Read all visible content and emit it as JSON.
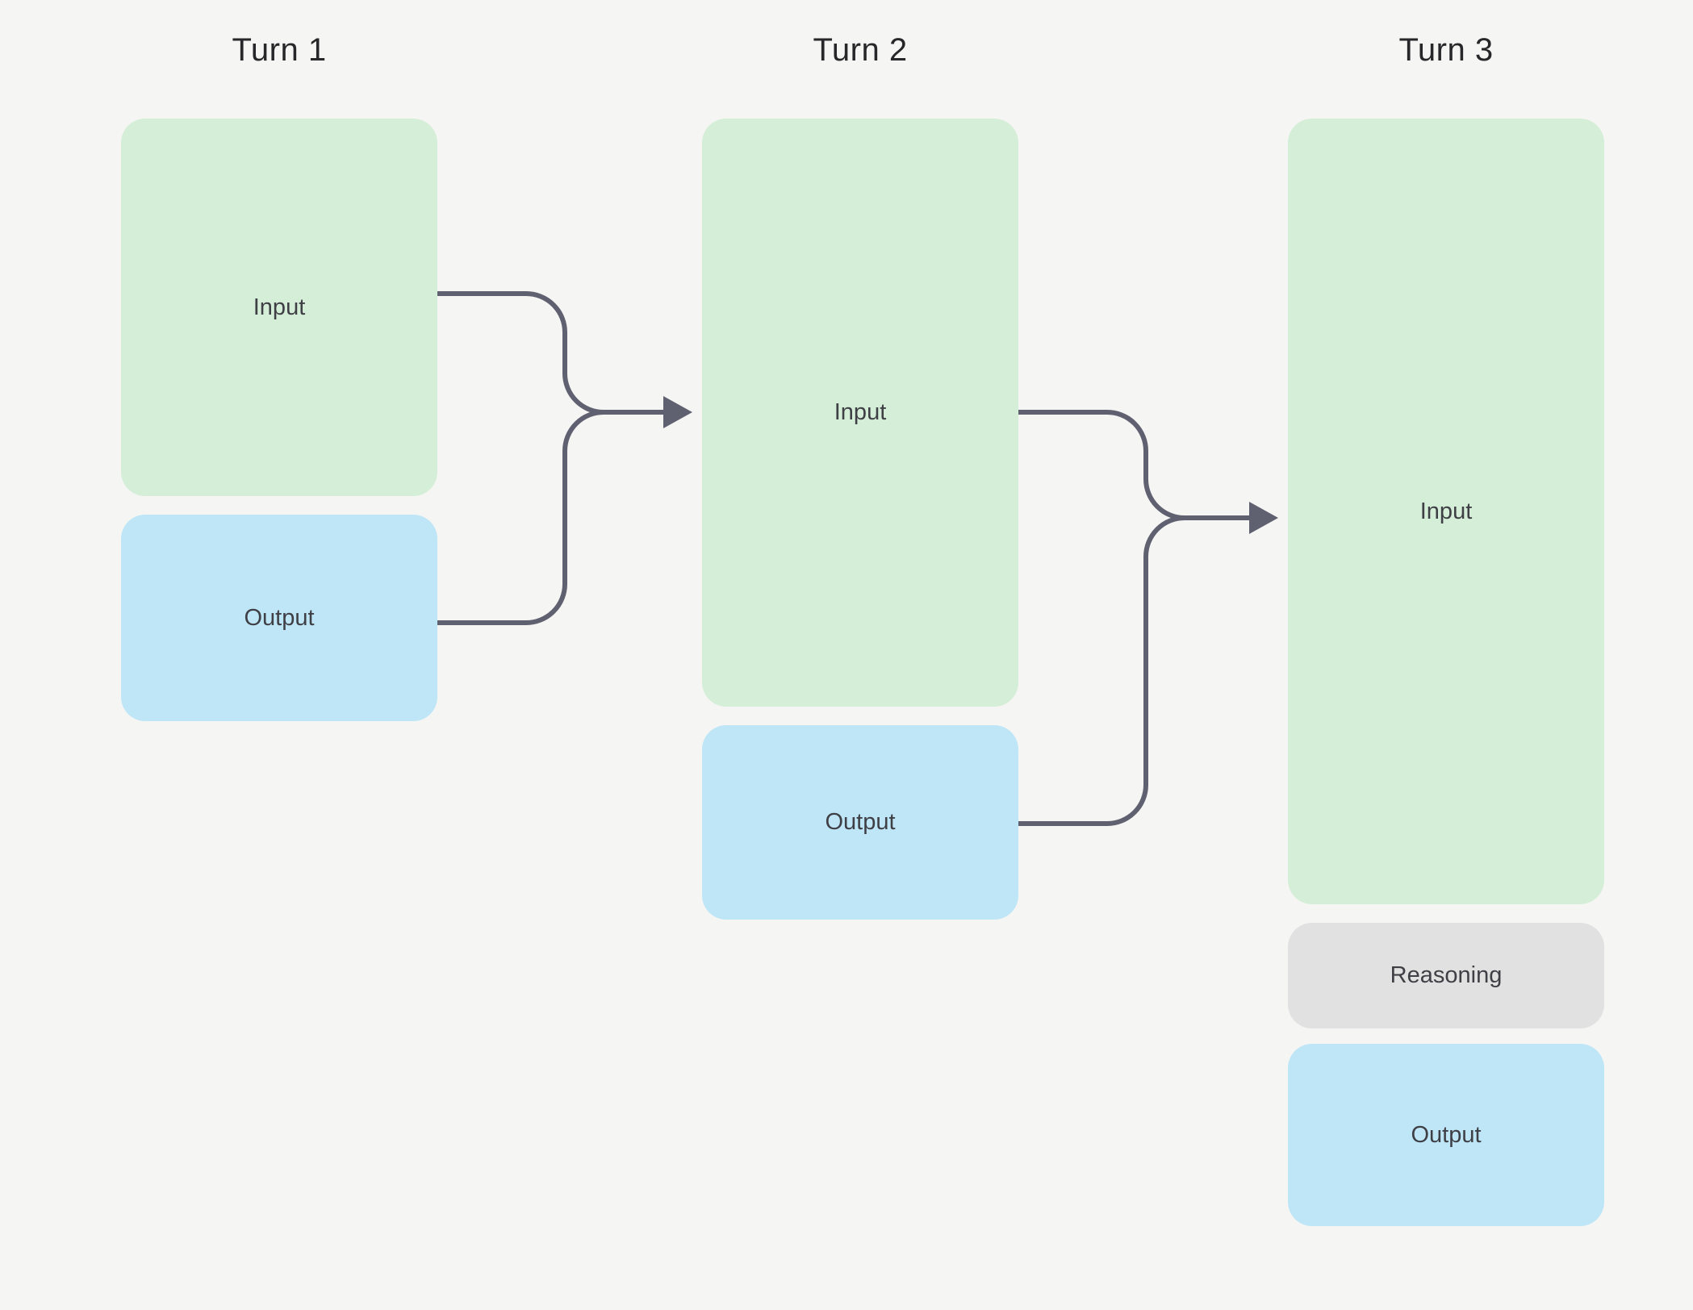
{
  "colors": {
    "background": "#f5f5f4",
    "input_bg": "#d5eed7",
    "output_bg": "#bfe6f7",
    "reasoning_bg": "#e1e1e1",
    "arrow": "#5f6070",
    "heading_text": "#27272a",
    "box_text": "#3f3f46"
  },
  "turns": [
    {
      "label": "Turn 1",
      "input_label": "Input",
      "output_label": "Output"
    },
    {
      "label": "Turn 2",
      "input_label": "Input",
      "output_label": "Output"
    },
    {
      "label": "Turn 3",
      "input_label": "Input",
      "reasoning_label": "Reasoning",
      "output_label": "Output"
    }
  ]
}
